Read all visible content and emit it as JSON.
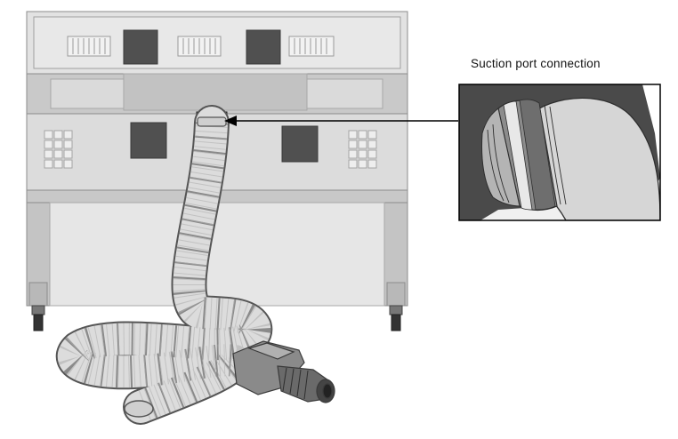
{
  "callout": {
    "label": "Suction port connection"
  },
  "colors": {
    "machine_light": "#dedede",
    "machine_mid": "#c9c9c9",
    "machine_dark": "#9a9a9a",
    "panel_dark": "#505050",
    "hose_fill": "#dcdcdc",
    "hose_band": "#8a8a8a",
    "outline": "#555555",
    "arrow": "#000000"
  },
  "icons": [
    "machine-illustration",
    "extraction-hose",
    "extraction-unit",
    "detail-inset",
    "pointer-arrow"
  ]
}
